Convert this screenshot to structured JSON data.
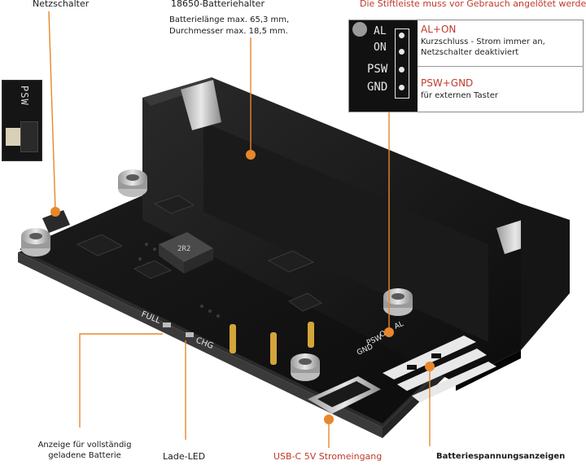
{
  "top_note": "Die Stiftleiste muss vor Gebrauch angelötet werden.",
  "labels": {
    "power_switch": "Netzschalter",
    "battery_holder_title": "18650-Batteriehalter",
    "battery_holder_line1": "Batterielänge max. 65,3 mm,",
    "battery_holder_line2": "Durchmesser max. 18,5 mm.",
    "full_indicator_line1": "Anzeige für vollständig",
    "full_indicator_line2": "geladene Batterie",
    "charge_led": "Lade-LED",
    "usb_c": "USB-C 5V Stromeingang",
    "battery_level": "Batteriespannungsanzeigen"
  },
  "callout": {
    "pins": [
      "AL",
      "ON",
      "PSW",
      "GND"
    ],
    "al_on_title": "AL+ON",
    "al_on_line1": "Kurzschluss - Strom immer an,",
    "al_on_line2": "Netzschalter deaktiviert",
    "psw_gnd_title": "PSW+GND",
    "psw_gnd_line1": "für externen Taster"
  },
  "inset_label": "PSW",
  "board_silkscreen": {
    "full": "FULL",
    "chg": "CHG",
    "inductor": "2R2",
    "pins": [
      "AL",
      "ON",
      "PSW",
      "GND"
    ]
  },
  "colors": {
    "accent_orange": "#e8872a",
    "note_red": "#c0392b",
    "pcb": "#141414",
    "gold": "#d4a53a"
  }
}
